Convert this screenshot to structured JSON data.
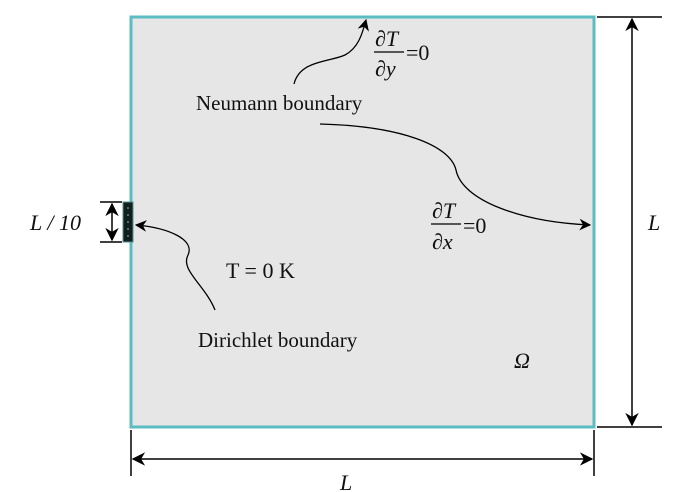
{
  "diagram": {
    "domain_symbol": "Ω",
    "dimension_width_label": "L",
    "dimension_height_label": "L",
    "dirichlet_size_label": "L / 10",
    "neumann": {
      "label": "Neumann boundary",
      "top_condition": {
        "numerator": "∂T",
        "denominator": "∂y",
        "rhs": "=0"
      },
      "right_condition": {
        "numerator": "∂T",
        "denominator": "∂x",
        "rhs": "=0"
      }
    },
    "dirichlet": {
      "label": "Dirichlet boundary",
      "condition": "T = 0 K"
    },
    "colors": {
      "domain_fill": "#e6e6e6",
      "boundary": "#5bbcc4",
      "dirichlet_patch": "#10201f"
    }
  }
}
